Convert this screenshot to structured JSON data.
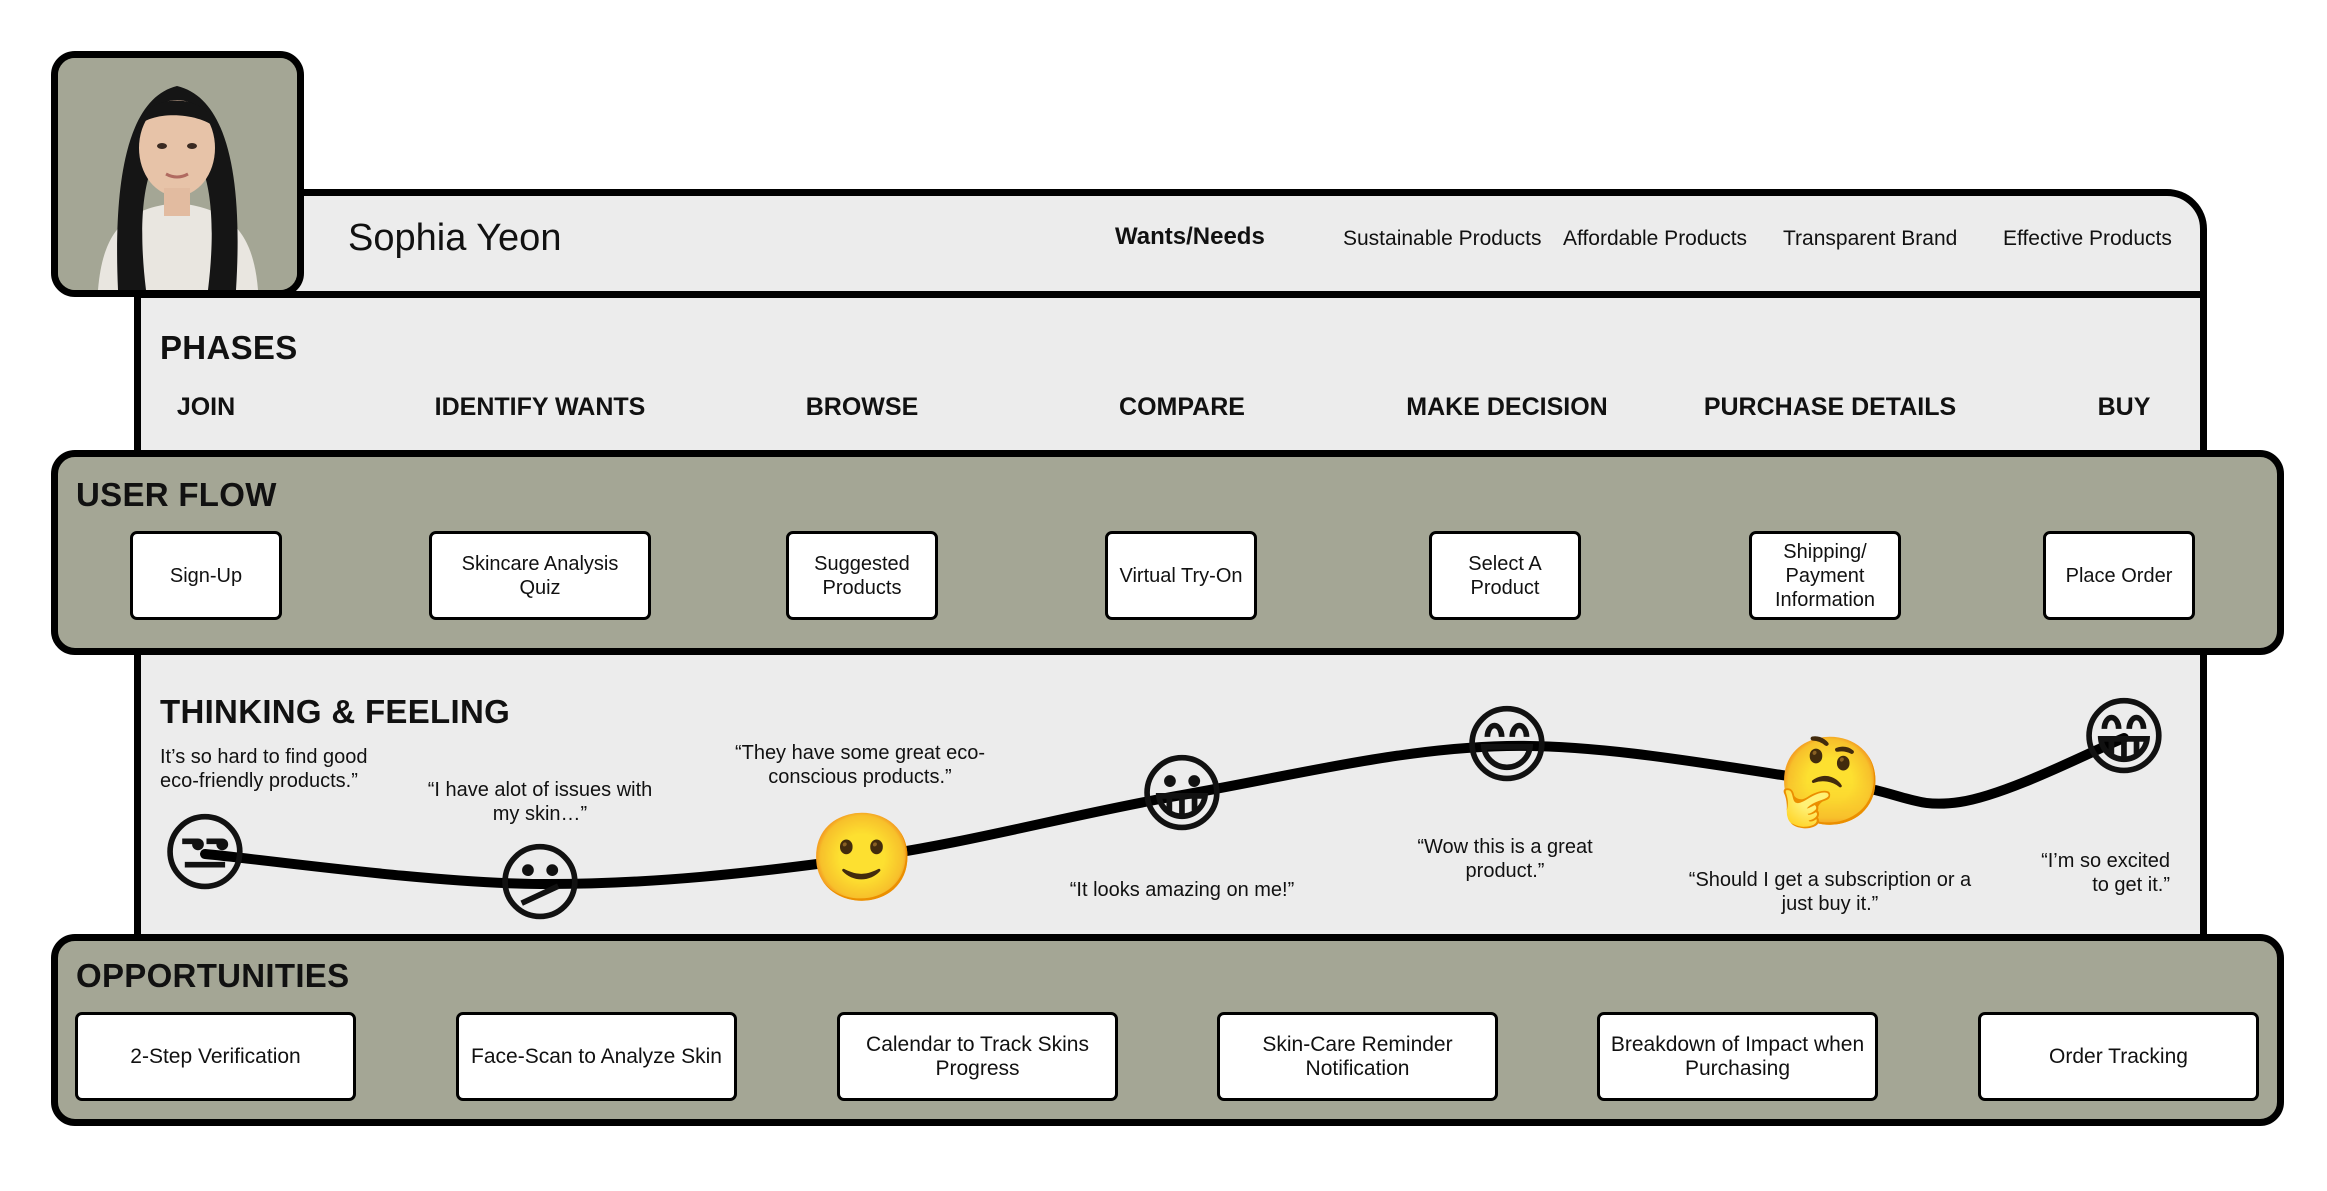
{
  "persona": {
    "name": "Sophia Yeon"
  },
  "wants": {
    "title": "Wants/Needs",
    "items": [
      "Sustainable Products",
      "Affordable Products",
      "Transparent Brand",
      "Effective Products"
    ]
  },
  "phases": {
    "title": "PHASES",
    "items": [
      "JOIN",
      "IDENTIFY WANTS",
      "BROWSE",
      "COMPARE",
      "MAKE DECISION",
      "PURCHASE DETAILS",
      "BUY"
    ]
  },
  "user_flow": {
    "title": "USER FLOW",
    "steps": [
      "Sign-Up",
      "Skincare Analysis Quiz",
      "Suggested Products",
      "Virtual Try-On",
      "Select A Product",
      "Shipping/ Payment Information",
      "Place Order"
    ]
  },
  "thinking": {
    "title": "THINKING & FEELING",
    "quotes": [
      "It’s so hard to find good eco-friendly products.”",
      "“I have alot of issues with my skin…”",
      "“They have some great eco-conscious products.”",
      "“It looks amazing on me!”",
      "“Wow this is a great product.”",
      "“Should I get a subscription or a just buy it.”",
      "“I’m so excited to get it.”"
    ],
    "emojis": [
      "unamused-face",
      "confused-face",
      "slightly-smiling-face",
      "grinning-face",
      "grinning-smiling-eyes-face",
      "thinking-face",
      "beaming-face"
    ],
    "emotion_levels": [
      0.25,
      0.1,
      0.3,
      0.55,
      0.85,
      0.6,
      0.9
    ]
  },
  "opportunities": {
    "title": "OPPORTUNITIES",
    "items": [
      "2-Step Verification",
      "Face-Scan to Analyze Skin",
      "Calendar to Track Skins Progress",
      "Skin-Care Reminder Notification",
      "Breakdown of Impact when Purchasing",
      "Order Tracking"
    ]
  },
  "colors": {
    "band": "#a4a695",
    "panel": "#ececec",
    "outline": "#000000"
  }
}
